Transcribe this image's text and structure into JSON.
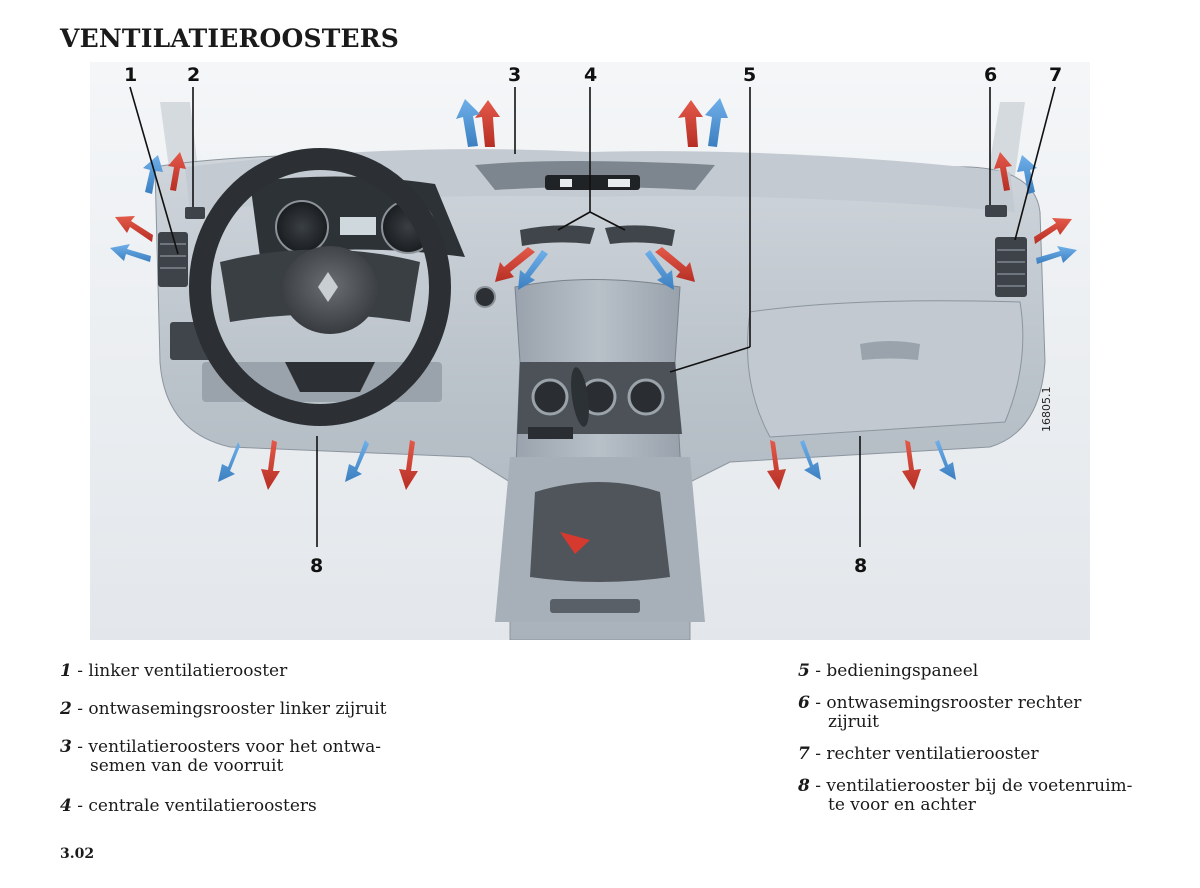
{
  "page": {
    "title": "VENTILATIEROOSTERS",
    "page_number": "3.02"
  },
  "figure": {
    "code": "16805.1",
    "callouts": [
      "1",
      "2",
      "3",
      "4",
      "5",
      "6",
      "7",
      "8",
      "8"
    ],
    "colors": {
      "warm_arrow": "#d8463a",
      "cool_arrow": "#4f95d6",
      "dash": "#c6cdd4",
      "background": "#eef1f4"
    }
  },
  "legend": [
    {
      "num": "1",
      "text": "linker ventilatierooster",
      "cont": ""
    },
    {
      "num": "2",
      "text": "ontwasemingsrooster linker zijruit",
      "cont": ""
    },
    {
      "num": "3",
      "text": "ventilatieroosters voor het ontwa-",
      "cont": "semen van de voorruit"
    },
    {
      "num": "4",
      "text": "centrale ventilatieroosters",
      "cont": ""
    },
    {
      "num": "5",
      "text": "bedieningspaneel",
      "cont": ""
    },
    {
      "num": "6",
      "text": "ontwasemingsrooster rechter",
      "cont": "zijruit"
    },
    {
      "num": "7",
      "text": "rechter ventilatierooster",
      "cont": ""
    },
    {
      "num": "8",
      "text": "ventilatierooster bij de voetenruim-",
      "cont": "te voor en achter"
    }
  ]
}
